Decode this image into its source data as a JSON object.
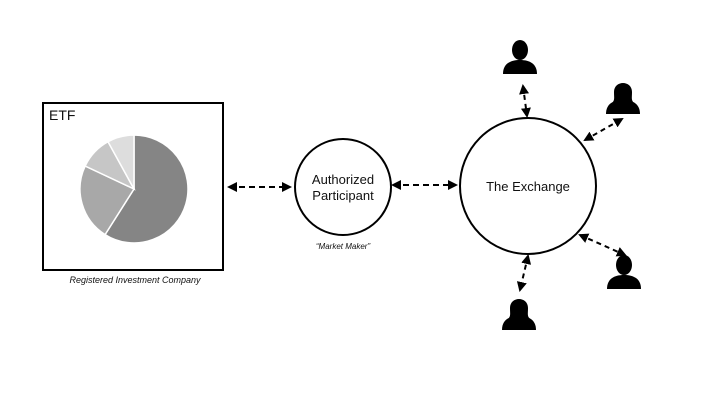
{
  "etf": {
    "title": "ETF",
    "caption": "Registered Investment Company",
    "pie_slices": [
      {
        "value": 0.59,
        "color": "#858585"
      },
      {
        "value": 0.23,
        "color": "#a8a8a8"
      },
      {
        "value": 0.1,
        "color": "#c6c6c6"
      },
      {
        "value": 0.08,
        "color": "#dddddd"
      }
    ]
  },
  "authorized_participant": {
    "line1": "Authorized",
    "line2": "Participant",
    "caption": "“Market Maker”"
  },
  "exchange": {
    "label": "The Exchange"
  },
  "investors": [
    {
      "icon": "male-person-icon"
    },
    {
      "icon": "female-person-icon"
    },
    {
      "icon": "male-person-icon"
    },
    {
      "icon": "female-person-icon"
    }
  ],
  "colors": {
    "stroke": "#000000",
    "person": "#000000"
  }
}
